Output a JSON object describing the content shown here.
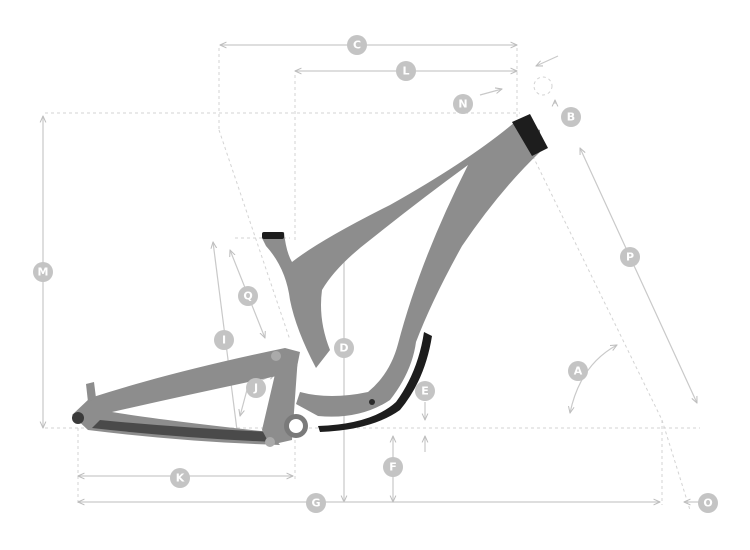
{
  "labels": {
    "A": "A",
    "B": "B",
    "C": "C",
    "D": "D",
    "E": "E",
    "F": "F",
    "G": "G",
    "I": "I",
    "J": "J",
    "K": "K",
    "L": "L",
    "M": "M",
    "N": "N",
    "O": "O",
    "P": "P",
    "Q": "Q"
  },
  "colors": {
    "frame": "#8d8d8d",
    "frame_dark": "#4a4a4a",
    "frame_black": "#1d1d1d",
    "badge": "#c4c4c4",
    "dimension_line": "#c9c9c9"
  }
}
